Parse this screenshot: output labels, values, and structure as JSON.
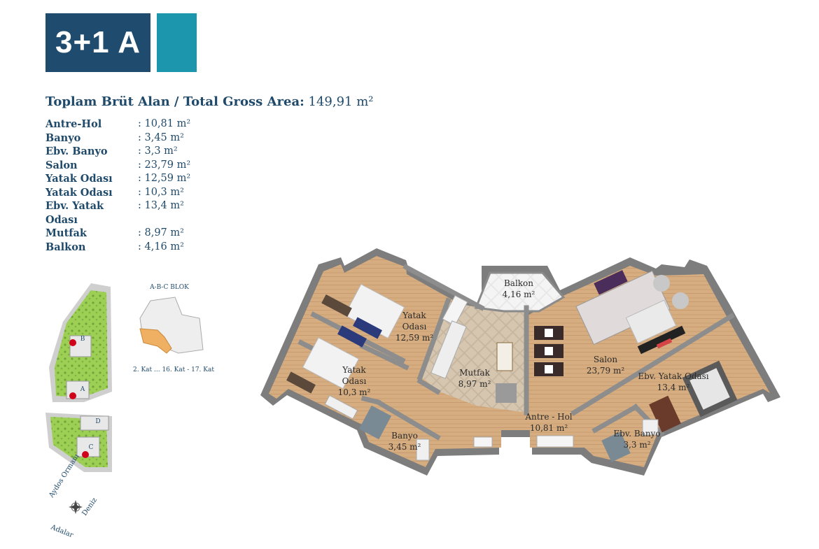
{
  "unit_type": "3+1 A",
  "total_area": {
    "label": "Toplam Brüt Alan / Total Gross Area:",
    "value": "149,91 m²"
  },
  "areas": [
    {
      "name": "Antre-Hol",
      "value": "10,81 m²"
    },
    {
      "name": "Banyo",
      "value": "3,45 m²"
    },
    {
      "name": "Ebv. Banyo",
      "value": "3,3 m²"
    },
    {
      "name": "Salon",
      "value": "23,79 m²"
    },
    {
      "name": "Yatak Odası",
      "value": "12,59 m²"
    },
    {
      "name": "Yatak Odası",
      "value": "10,3 m²"
    },
    {
      "name": "Ebv. Yatak Odası",
      "value": "13,4 m²"
    },
    {
      "name": "Mutfak",
      "value": "8,97 m²"
    },
    {
      "name": "Balkon",
      "value": "4,16 m²"
    }
  ],
  "plan_labels": {
    "balkon": {
      "name": "Balkon",
      "value": "4,16 m²"
    },
    "yatak1": {
      "name1": "Yatak",
      "name2": "Odası",
      "value": "12,59 m²"
    },
    "yatak2": {
      "name1": "Yatak",
      "name2": "Odası",
      "value": "10,3 m²"
    },
    "mutfak": {
      "name": "Mutfak",
      "value": "8,97 m²"
    },
    "salon": {
      "name": "Salon",
      "value": "23,79 m²"
    },
    "ebv_yatak": {
      "name": "Ebv. Yatak Odası",
      "value": "13,4 m²"
    },
    "antre": {
      "name": "Antre - Hol",
      "value": "10,81 m²"
    },
    "banyo": {
      "name": "Banyo",
      "value": "3,45 m²"
    },
    "ebv_banyo": {
      "name": "Ebv. Banyo",
      "value": "3,3 m²"
    }
  },
  "block_key": {
    "title": "A-B-C BLOK",
    "floors": "2. Kat ... 16. Kat - 17. Kat"
  },
  "site_plan": {
    "blocks": [
      "A",
      "B",
      "C",
      "D"
    ]
  },
  "compass": {
    "nw": "Aydos Ormanı",
    "se": "Deniz",
    "sw": "Adalar"
  },
  "colors": {
    "navy": "#1e4b6e",
    "teal": "#1b96ad",
    "wood": "#d9b48a",
    "wall": "#8a8a8a",
    "green": "#8cc63f"
  }
}
